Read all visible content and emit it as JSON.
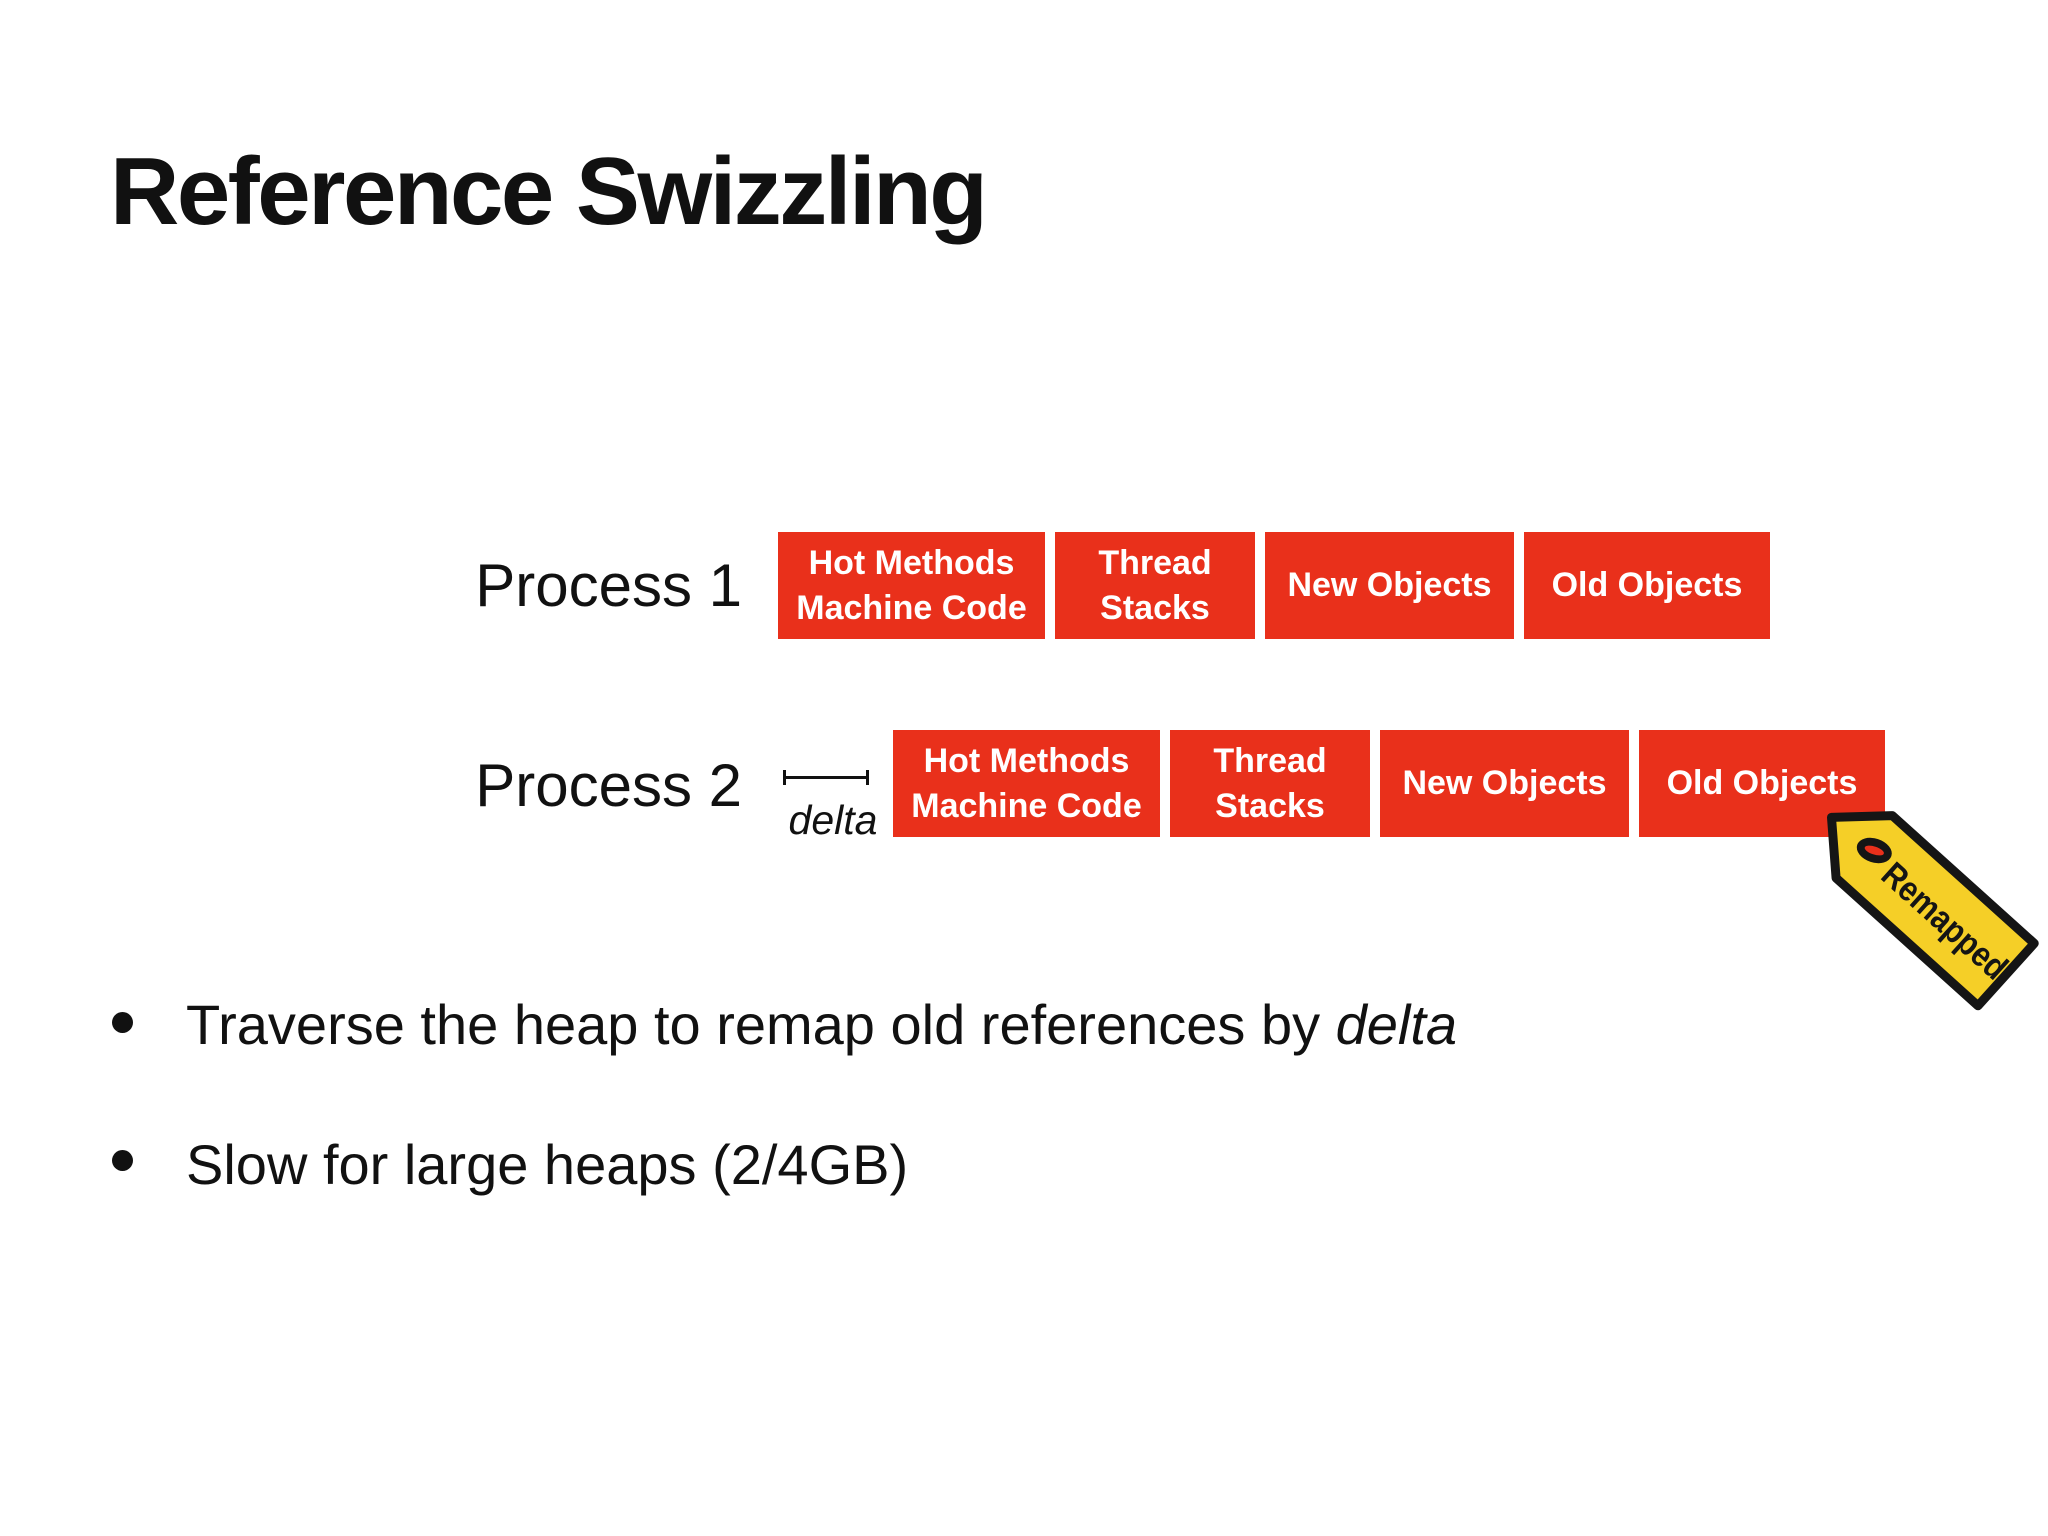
{
  "slide": {
    "title": "Reference Swizzling",
    "processes": [
      {
        "label": "Process 1",
        "segments": [
          {
            "line1": "Hot Methods",
            "line2": "Machine Code"
          },
          {
            "line1": "Thread",
            "line2": "Stacks"
          },
          {
            "line1": "New Objects"
          },
          {
            "line1": "Old Objects"
          }
        ]
      },
      {
        "label": "Process 2",
        "segments": [
          {
            "line1": "Hot Methods",
            "line2": "Machine Code"
          },
          {
            "line1": "Thread",
            "line2": "Stacks"
          },
          {
            "line1": "New Objects"
          },
          {
            "line1": "Old Objects"
          }
        ]
      }
    ],
    "delta_label": "delta",
    "tag": {
      "label": "Remapped"
    },
    "bullets": [
      {
        "text": "Traverse the heap to remap old references by ",
        "emphasis": "delta"
      },
      {
        "text": "Slow for large heaps (2/4GB)",
        "emphasis": ""
      }
    ],
    "colors": {
      "segment_red": "#E9301B",
      "segment_text": "#FFFFFF",
      "tag_yellow": "#F5CF27",
      "tag_outline": "#151515",
      "text": "#111111"
    }
  }
}
